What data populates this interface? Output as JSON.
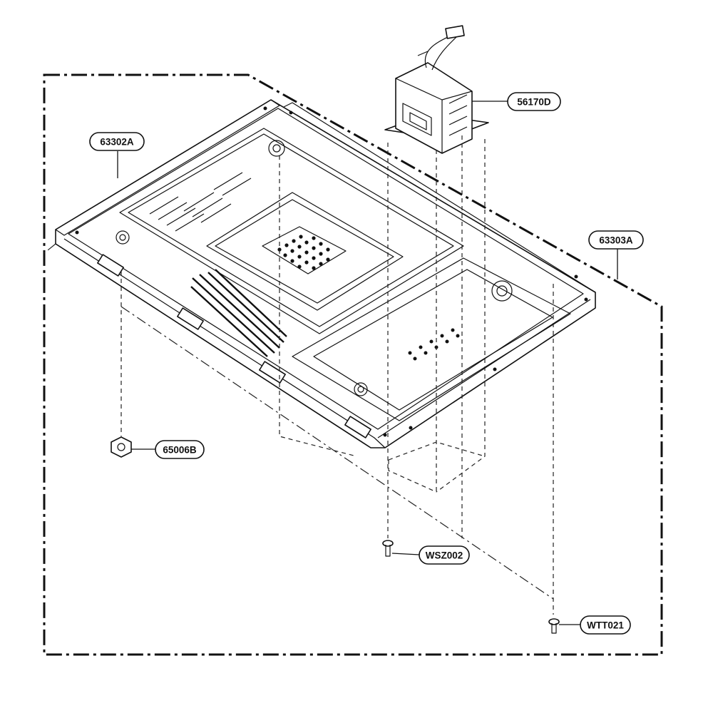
{
  "diagram": {
    "type": "exploded-parts-view",
    "colors": {
      "line": "#111111",
      "background": "#ffffff"
    },
    "parts": [
      {
        "id": "transformer",
        "label": "56170D"
      },
      {
        "id": "base-plate-left",
        "label": "63302A"
      },
      {
        "id": "base-plate-right",
        "label": "63303A"
      },
      {
        "id": "foot-nut",
        "label": "65006B"
      },
      {
        "id": "screw-short",
        "label": "WSZ002"
      },
      {
        "id": "screw-long",
        "label": "WTT021"
      }
    ]
  }
}
